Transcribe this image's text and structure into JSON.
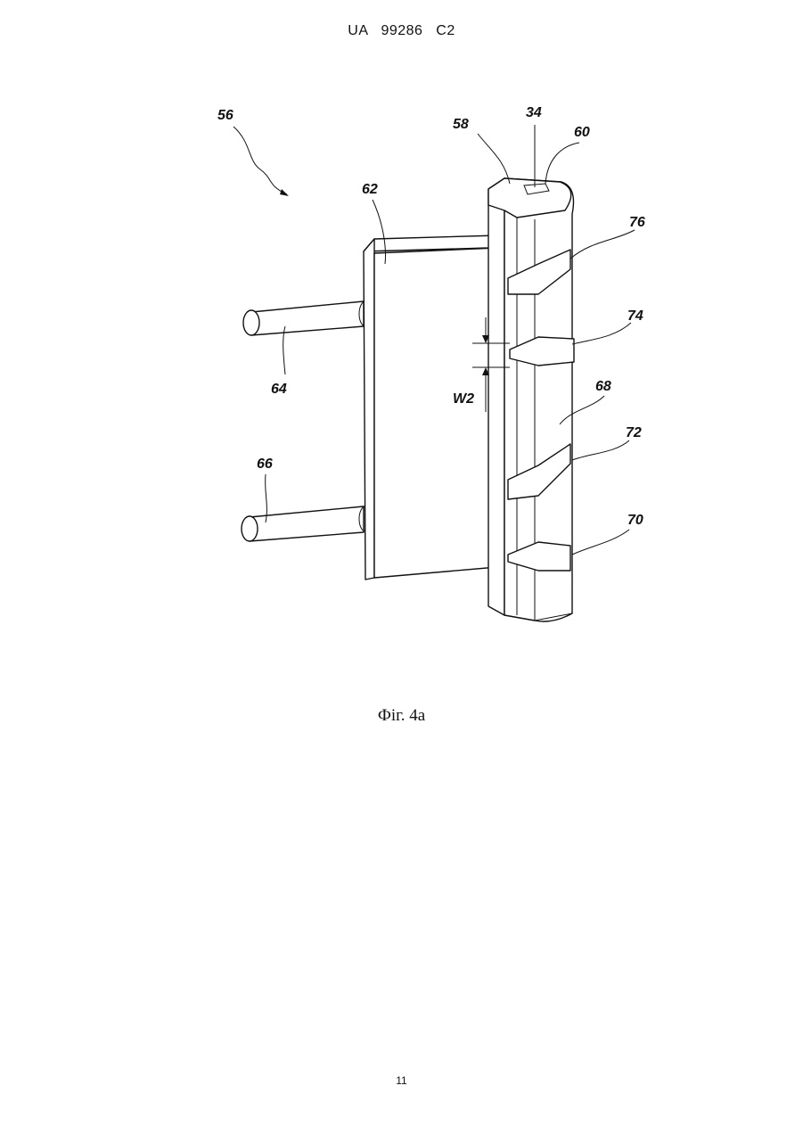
{
  "header": {
    "doc_id": "UA   99286   C2"
  },
  "figure": {
    "labels": {
      "l56": "56",
      "l58": "58",
      "l34": "34",
      "l60": "60",
      "l62": "62",
      "l76": "76",
      "l74": "74",
      "l64": "64",
      "lw2": "W2",
      "l68": "68",
      "l72": "72",
      "l66": "66",
      "l70": "70"
    }
  },
  "caption": "Фіг. 4а",
  "page_number": "11"
}
